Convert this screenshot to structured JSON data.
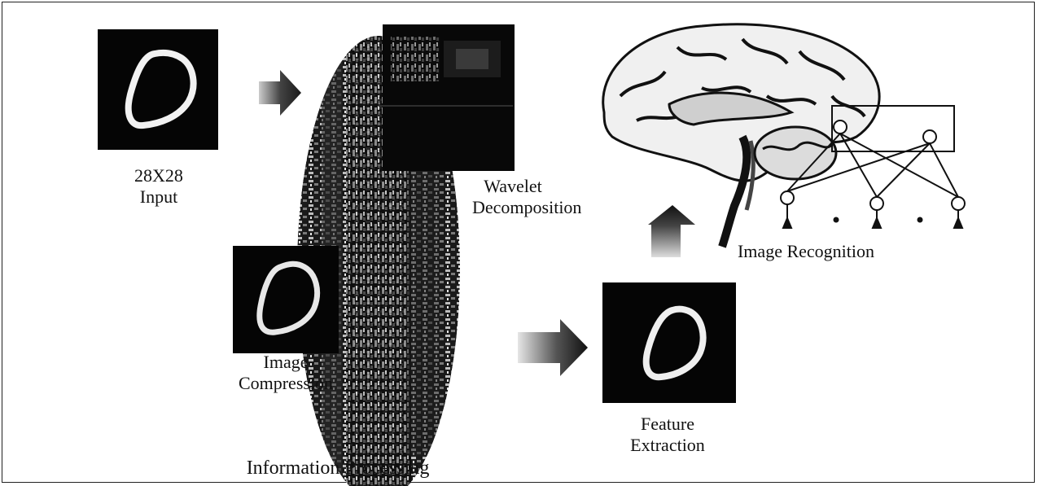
{
  "labels": {
    "input": [
      "28X28",
      "Input"
    ],
    "wavelet": [
      "Wavelet",
      "Decomposition"
    ],
    "recognition": "Image Recognition",
    "compression": [
      "Image",
      "Compression"
    ],
    "feature": [
      "Feature",
      "Extraction"
    ],
    "processing": "Information  Processing"
  },
  "colors": {
    "panel": "#050505",
    "glyph": "#f2f2f2",
    "arrow": "#1a1a1a",
    "line": "#222222"
  },
  "icons": {
    "digit": "handwritten-zero",
    "brain": "brain-sagittal",
    "network": "neural-network"
  }
}
